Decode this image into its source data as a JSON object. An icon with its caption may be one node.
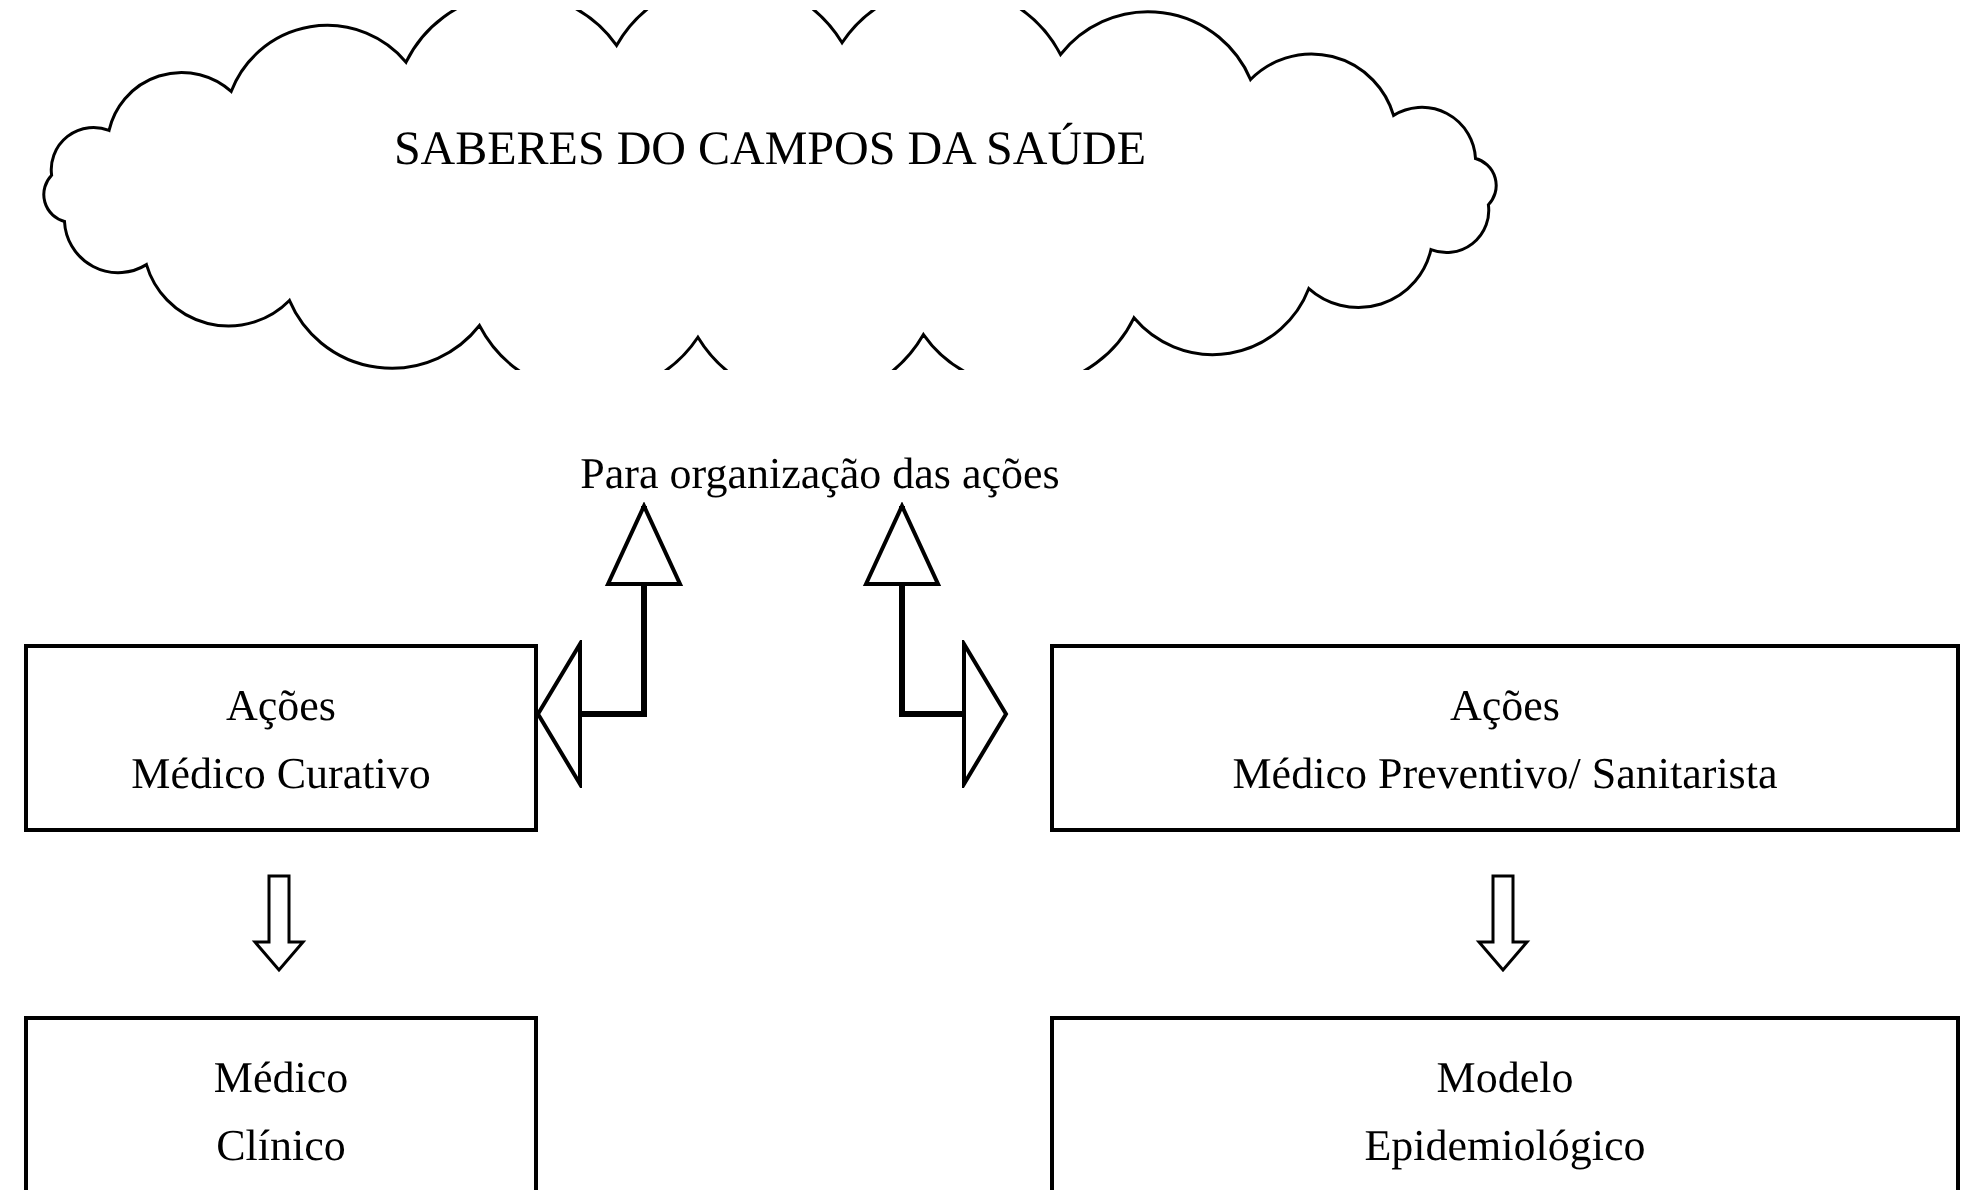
{
  "diagram": {
    "nodes": [
      {
        "text": [
          "SABERES DO CAMPOS DA SAÚDE"
        ]
      },
      {
        "text": [
          "Para organização das ações"
        ]
      },
      {
        "text": [
          "Ações",
          "Médico Curativo"
        ]
      },
      {
        "text": [
          "Ações",
          "Médico Preventivo/ Sanitarista"
        ]
      },
      {
        "text": [
          "Médico",
          "Clínico"
        ]
      },
      {
        "text": [
          "Modelo",
          "Epidemiológico"
        ]
      }
    ],
    "edges": [
      {
        "from": 1,
        "to": 2,
        "arrow": "both"
      },
      {
        "from": 1,
        "to": 3,
        "arrow": "both"
      },
      {
        "from": 2,
        "to": 4,
        "arrow": "to"
      },
      {
        "from": 3,
        "to": 5,
        "arrow": "to"
      }
    ]
  }
}
